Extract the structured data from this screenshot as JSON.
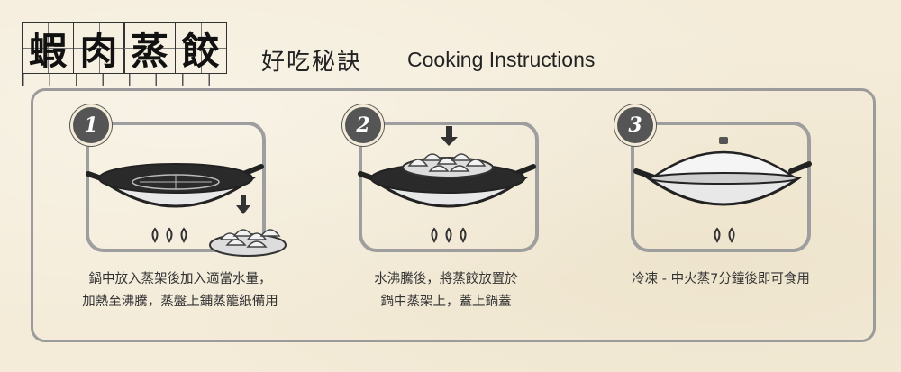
{
  "title": {
    "chars": [
      "蝦",
      "肉",
      "蒸",
      "餃"
    ],
    "subtitle_zh": "好吃秘訣",
    "subtitle_en": "Cooking Instructions"
  },
  "steps": [
    {
      "number": "1",
      "line1": "鍋中放入蒸架後加入適當水量，",
      "line2": "加熱至沸騰，蒸盤上鋪蒸籠紙備用"
    },
    {
      "number": "2",
      "line1": "水沸騰後，將蒸餃放置於",
      "line2": "鍋中蒸架上，蓋上鍋蓋"
    },
    {
      "number": "3",
      "line1": "冷凍 - 中火蒸7分鐘後即可食用",
      "line2": ""
    }
  ]
}
